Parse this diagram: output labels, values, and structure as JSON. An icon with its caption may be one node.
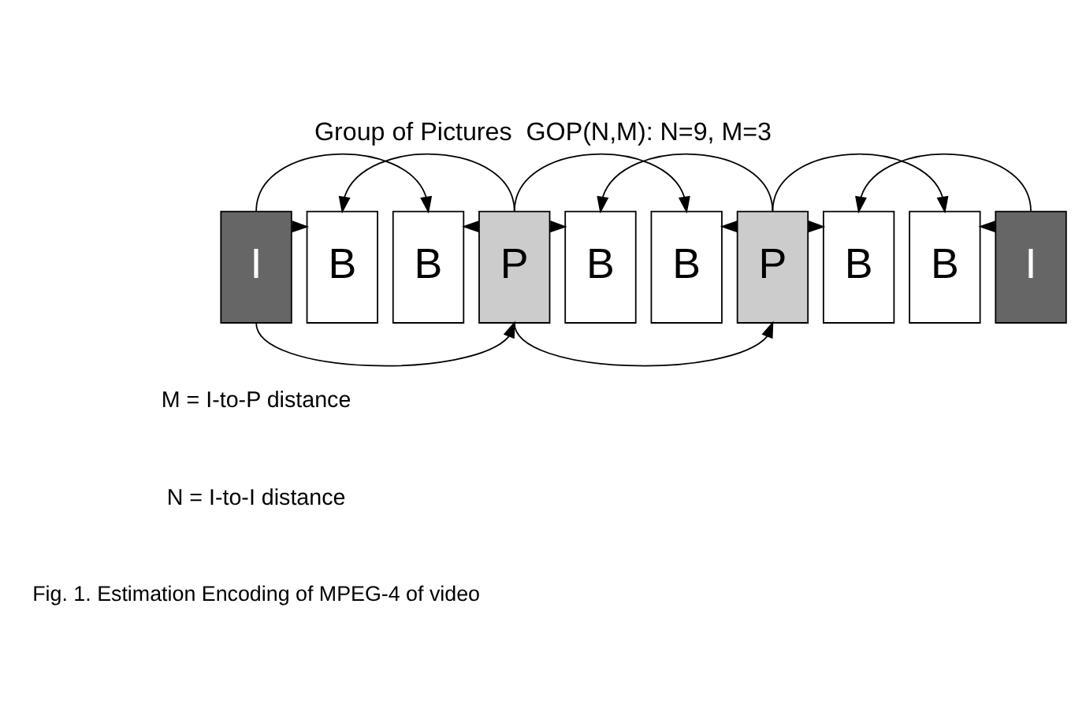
{
  "diagram": {
    "title": "Group of Pictures  GOP(N,M): N=9, M=3",
    "caption": "Fig. 1. Estimation Encoding of MPEG-4 of video",
    "nodes": [
      {
        "text": [
          "I"
        ]
      },
      {
        "text": [
          "B"
        ]
      },
      {
        "text": [
          "B"
        ]
      },
      {
        "text": [
          "P"
        ]
      },
      {
        "text": [
          "B"
        ]
      },
      {
        "text": [
          "B"
        ]
      },
      {
        "text": [
          "P"
        ]
      },
      {
        "text": [
          "B"
        ]
      },
      {
        "text": [
          "B"
        ]
      },
      {
        "text": [
          "I"
        ]
      }
    ],
    "edges": [
      {
        "from": 0,
        "to": 1,
        "arrow": "to"
      },
      {
        "from": 0,
        "to": 2,
        "arrow": "to"
      },
      {
        "from": 3,
        "to": 1,
        "arrow": "to"
      },
      {
        "from": 3,
        "to": 2,
        "arrow": "to"
      },
      {
        "from": 3,
        "to": 4,
        "arrow": "to"
      },
      {
        "from": 3,
        "to": 5,
        "arrow": "to"
      },
      {
        "from": 6,
        "to": 4,
        "arrow": "to"
      },
      {
        "from": 6,
        "to": 5,
        "arrow": "to"
      },
      {
        "from": 6,
        "to": 7,
        "arrow": "to"
      },
      {
        "from": 6,
        "to": 8,
        "arrow": "to"
      },
      {
        "from": 9,
        "to": 7,
        "arrow": "to"
      },
      {
        "from": 9,
        "to": 8,
        "arrow": "to"
      },
      {
        "from": 0,
        "to": 3,
        "arrow": "to"
      },
      {
        "from": 3,
        "to": 6,
        "arrow": "to"
      }
    ],
    "labels": [
      "M = I-to-P distance",
      "N = I-to-I distance"
    ]
  }
}
